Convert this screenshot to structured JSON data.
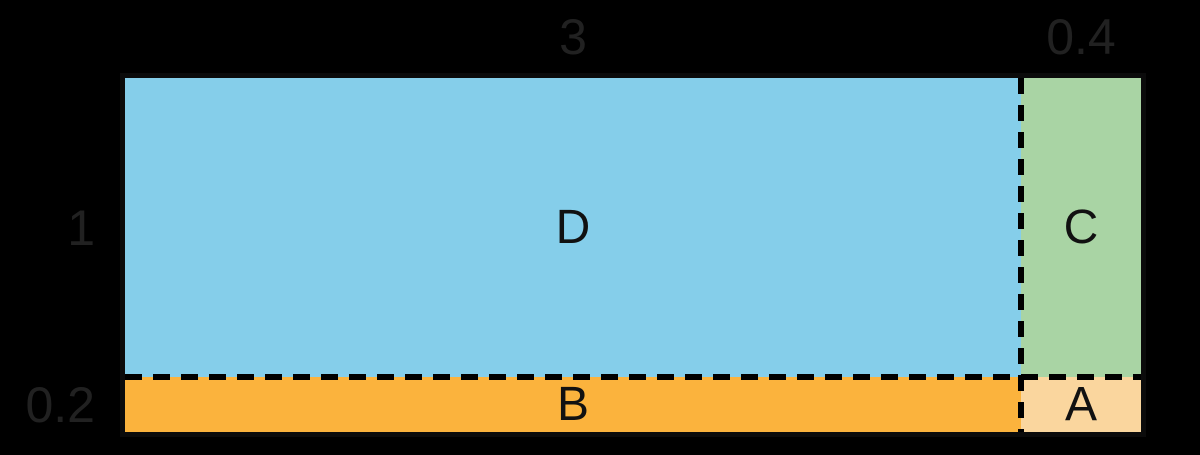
{
  "diagram": {
    "kind": "area-model",
    "background_color": "#000000",
    "outside_label_color": "#212121",
    "region_label_color": "#111111",
    "divider_style": "dashed",
    "top_labels": [
      "3",
      "0.4"
    ],
    "left_labels": [
      "1",
      "0.2"
    ],
    "regions": [
      {
        "letter": "D",
        "color": "#85CEEA",
        "width_label": "3",
        "height_label": "1"
      },
      {
        "letter": "C",
        "color": "#A9D4A4",
        "width_label": "0.4",
        "height_label": "1"
      },
      {
        "letter": "B",
        "color": "#FBB33D",
        "width_label": "3",
        "height_label": "0.2"
      },
      {
        "letter": "A",
        "color": "#FAD69E",
        "width_label": "0.4",
        "height_label": "0.2"
      }
    ]
  }
}
